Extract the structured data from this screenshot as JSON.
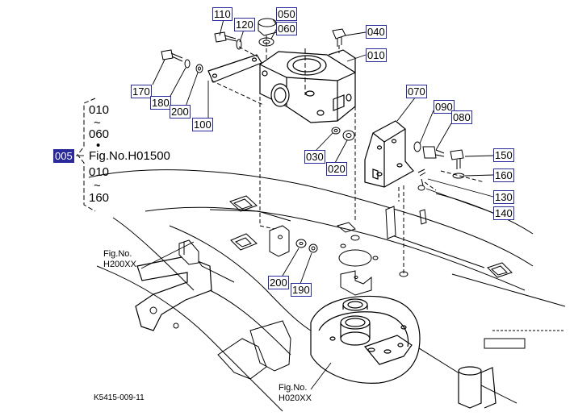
{
  "callouts": {
    "c110": "110",
    "c120": "120",
    "c050": "050",
    "c060": "060",
    "c040": "040",
    "c010": "010",
    "c170": "170",
    "c180": "180",
    "c200a": "200",
    "c100": "100",
    "c070": "070",
    "c090": "090",
    "c080": "080",
    "c030": "030",
    "c020": "020",
    "c150": "150",
    "c160": "160",
    "c130": "130",
    "c140": "140",
    "c200b": "200",
    "c190": "190",
    "c005": "005"
  },
  "range_block": {
    "line1": "010",
    "tilde1": "~",
    "line2": "060",
    "dot": "•",
    "fig": "Fig.No.H01500",
    "line3": "010",
    "tilde2": "~",
    "line4": "160"
  },
  "figure_refs": {
    "left_label": "Fig.No.",
    "left_code": "H200XX",
    "bottom_label": "Fig.No.",
    "bottom_code": "H020XX"
  },
  "drawing_code": "K5415-009-11",
  "colors": {
    "callout_border": "#2a2a9a",
    "active_callout_fill": "#2a2a9a",
    "line_color": "#000000"
  }
}
